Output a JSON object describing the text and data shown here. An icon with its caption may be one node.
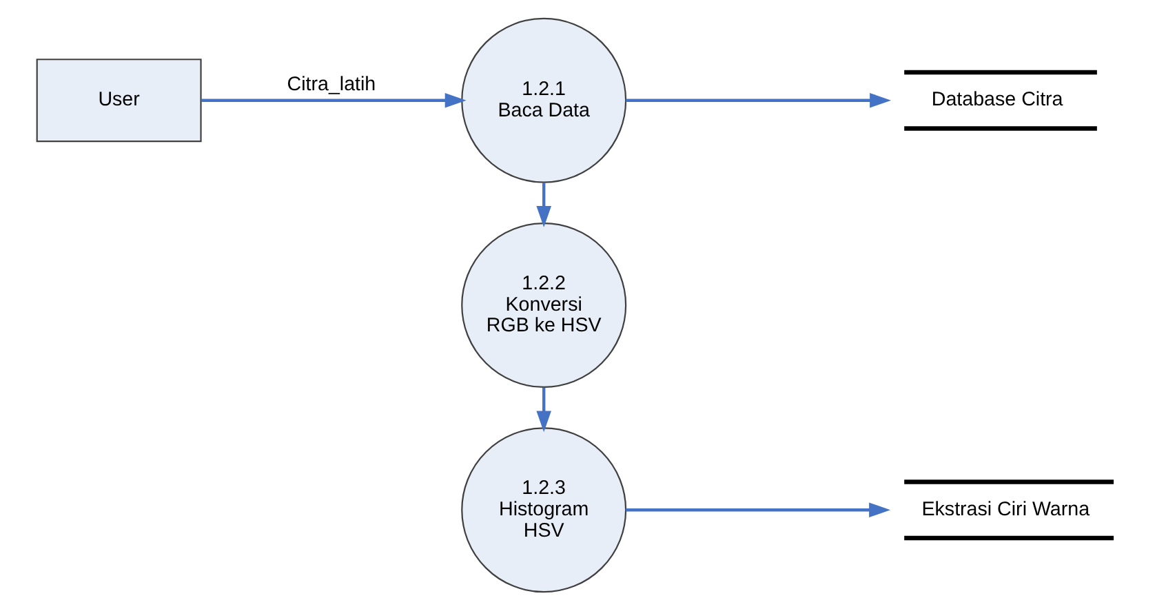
{
  "diagram": {
    "nodes": [
      {
        "text": [
          "User"
        ]
      },
      {
        "text": [
          "1.2.1",
          "Baca Data"
        ]
      },
      {
        "text": [
          "Database Citra"
        ]
      },
      {
        "text": [
          "1.2.2",
          "Konversi RGB ke HSV"
        ]
      },
      {
        "text": [
          "1.2.3",
          "Histogram HSV"
        ]
      },
      {
        "text": [
          "Ekstrasi Ciri Warna"
        ]
      }
    ],
    "edges": [
      {
        "from": 0,
        "to": 1,
        "arrow": "to",
        "label": "Citra_latih"
      },
      {
        "from": 1,
        "to": 2,
        "arrow": "to"
      },
      {
        "from": 1,
        "to": 3,
        "arrow": "to"
      },
      {
        "from": 3,
        "to": 4,
        "arrow": "to"
      },
      {
        "from": 4,
        "to": 5,
        "arrow": "to"
      }
    ]
  }
}
